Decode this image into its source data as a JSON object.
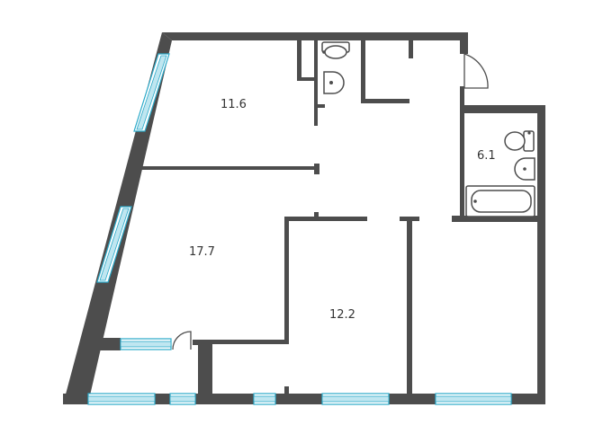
{
  "plan": {
    "rooms": [
      {
        "id": "room-a",
        "area": "11.6"
      },
      {
        "id": "room-b",
        "area": "17.7"
      },
      {
        "id": "room-c",
        "area": "12.2"
      },
      {
        "id": "room-d",
        "area": "6.1"
      }
    ],
    "colors": {
      "wall": "#4d4d4d",
      "window": "#2aa9c9",
      "window_glass": "#bfe6f0",
      "background": "#ffffff"
    }
  }
}
